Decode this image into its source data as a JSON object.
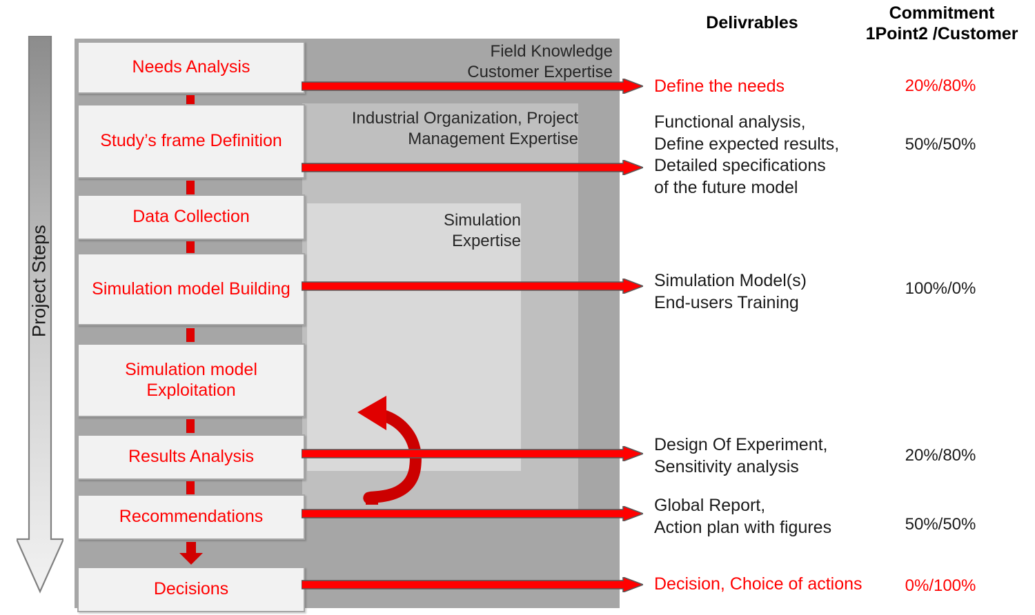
{
  "axis": {
    "label": "Project Steps",
    "icon": "down-arrow-icon"
  },
  "columns": {
    "delivrables_header": "Delivrables",
    "commitment_header": "Commitment\n1Point2 /Customer"
  },
  "steps": [
    {
      "id": "needs-analysis",
      "label": "Needs Analysis"
    },
    {
      "id": "studys-frame-definition",
      "label": "Study’s frame\nDefinition"
    },
    {
      "id": "data-collection",
      "label": "Data Collection"
    },
    {
      "id": "simulation-model-building",
      "label": "Simulation model\nBuilding"
    },
    {
      "id": "simulation-model-exploitation",
      "label": "Simulation model\nExploitation"
    },
    {
      "id": "results-analysis",
      "label": "Results Analysis"
    },
    {
      "id": "recommendations",
      "label": "Recommendations"
    },
    {
      "id": "decisions",
      "label": "Decisions"
    }
  ],
  "expertise": [
    {
      "id": "field-knowledge",
      "label": "Field Knowledge\nCustomer Expertise"
    },
    {
      "id": "industrial-project",
      "label": "Industrial Organization, Project\nManagement Expertise"
    },
    {
      "id": "simulation",
      "label": "Simulation\nExpertise"
    }
  ],
  "rows": [
    {
      "step": "Needs Analysis",
      "delivrable": "Define the needs",
      "commitment": "20%/80%",
      "highlight": true
    },
    {
      "step": "Study’s frame Definition",
      "delivrable": "Functional analysis,\nDefine expected results,\nDetailed specifications\nof the future model",
      "commitment": "50%/50%",
      "highlight": false
    },
    {
      "step": "Simulation model Building",
      "delivrable": "Simulation Model(s)\nEnd-users Training",
      "commitment": "100%/0%",
      "highlight": false
    },
    {
      "step": "Results Analysis",
      "delivrable": "Design Of Experiment,\nSensitivity analysis",
      "commitment": "20%/80%",
      "highlight": false
    },
    {
      "step": "Recommendations",
      "delivrable": "Global Report,\nAction plan with figures",
      "commitment": "50%/50%",
      "highlight": false
    },
    {
      "step": "Decisions",
      "delivrable": "Decision, Choice of actions",
      "commitment": "0%/100%",
      "highlight": true
    }
  ],
  "colors": {
    "accent_red": "#FF0000",
    "arrow_red": "#E60000",
    "panel_gray": "#A6A6A6",
    "zone_medium_gray": "#BFBFBF",
    "zone_light_gray": "#D9D9D9",
    "box_fill": "#F2F2F2",
    "text_dark": "#1A1A1A"
  }
}
